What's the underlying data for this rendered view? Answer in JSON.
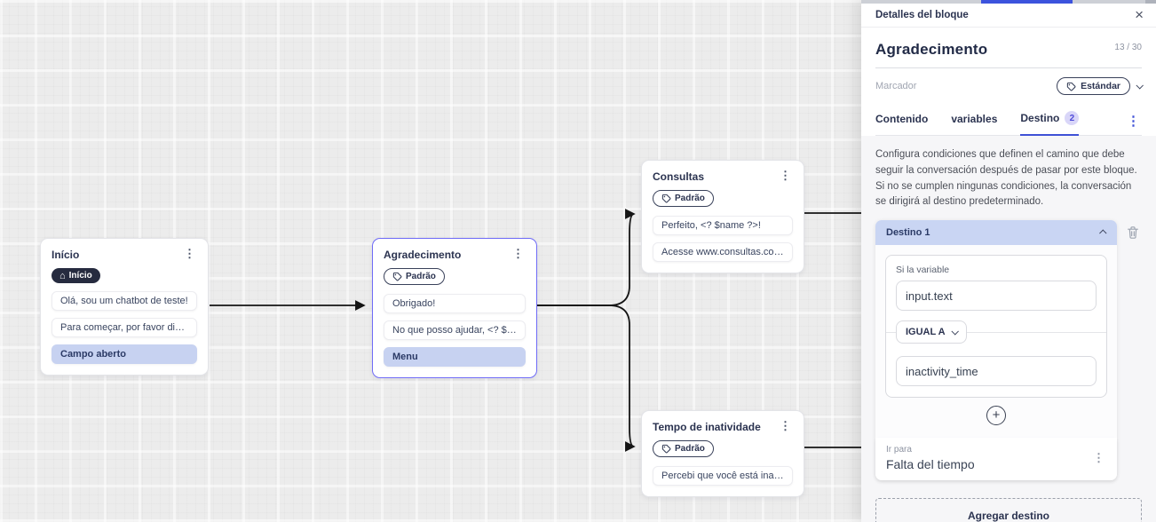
{
  "canvas": {
    "nodes": {
      "inicio": {
        "title": "Início",
        "badge": "Início",
        "rows": [
          "Olá, sou um chatbot de teste!",
          "Para começar, por favor digite o ...",
          "Campo aberto"
        ]
      },
      "agradecimento": {
        "title": "Agradecimento",
        "badge": "Padrão",
        "rows": [
          "Obrigado!",
          "No que posso ajudar, <? $name ...",
          "Menu"
        ]
      },
      "consultas": {
        "title": "Consultas",
        "badge": "Padrão",
        "rows": [
          "Perfeito, <? $name ?>!",
          "Acesse www.consultas.com par..."
        ]
      },
      "tempo": {
        "title": "Tempo de inatividade",
        "badge": "Padrão",
        "rows": [
          "Percebi que você está inativo. C..."
        ]
      }
    }
  },
  "panel": {
    "title": "Detalles del bloque",
    "block_name": "Agradecimento",
    "name_counter": "13 / 30",
    "marker_label": "Marcador",
    "marker_value": "Estándar",
    "tabs": {
      "contenido": "Contenido",
      "variables": "variables",
      "destino": "Destino",
      "destino_badge": "2"
    },
    "description": "Configura condiciones que definen el camino que debe seguir la conversación después de pasar por este bloque. Si no se cumplen ningunas condiciones, la conversación se dirigirá al destino predeterminado.",
    "destination": {
      "header": "Destino 1",
      "condition_label": "Si la variable",
      "variable_value": "input.text",
      "operator": "IGUAL A",
      "compare_value": "inactivity_time",
      "goto_label": "Ir para",
      "goto_value": "Falta del tiempo"
    },
    "add_destination": "Agregar destino"
  },
  "icons": {
    "close": "×",
    "home": "⌂",
    "kebab": "⋮",
    "plus": "+"
  },
  "colors": {
    "accent_blue": "#3f51d6",
    "row_highlight": "#c7d2f1",
    "destination_header_bg": "#c9d5f3",
    "selected_node_border": "#6f6bf7",
    "edge": "#151515"
  }
}
